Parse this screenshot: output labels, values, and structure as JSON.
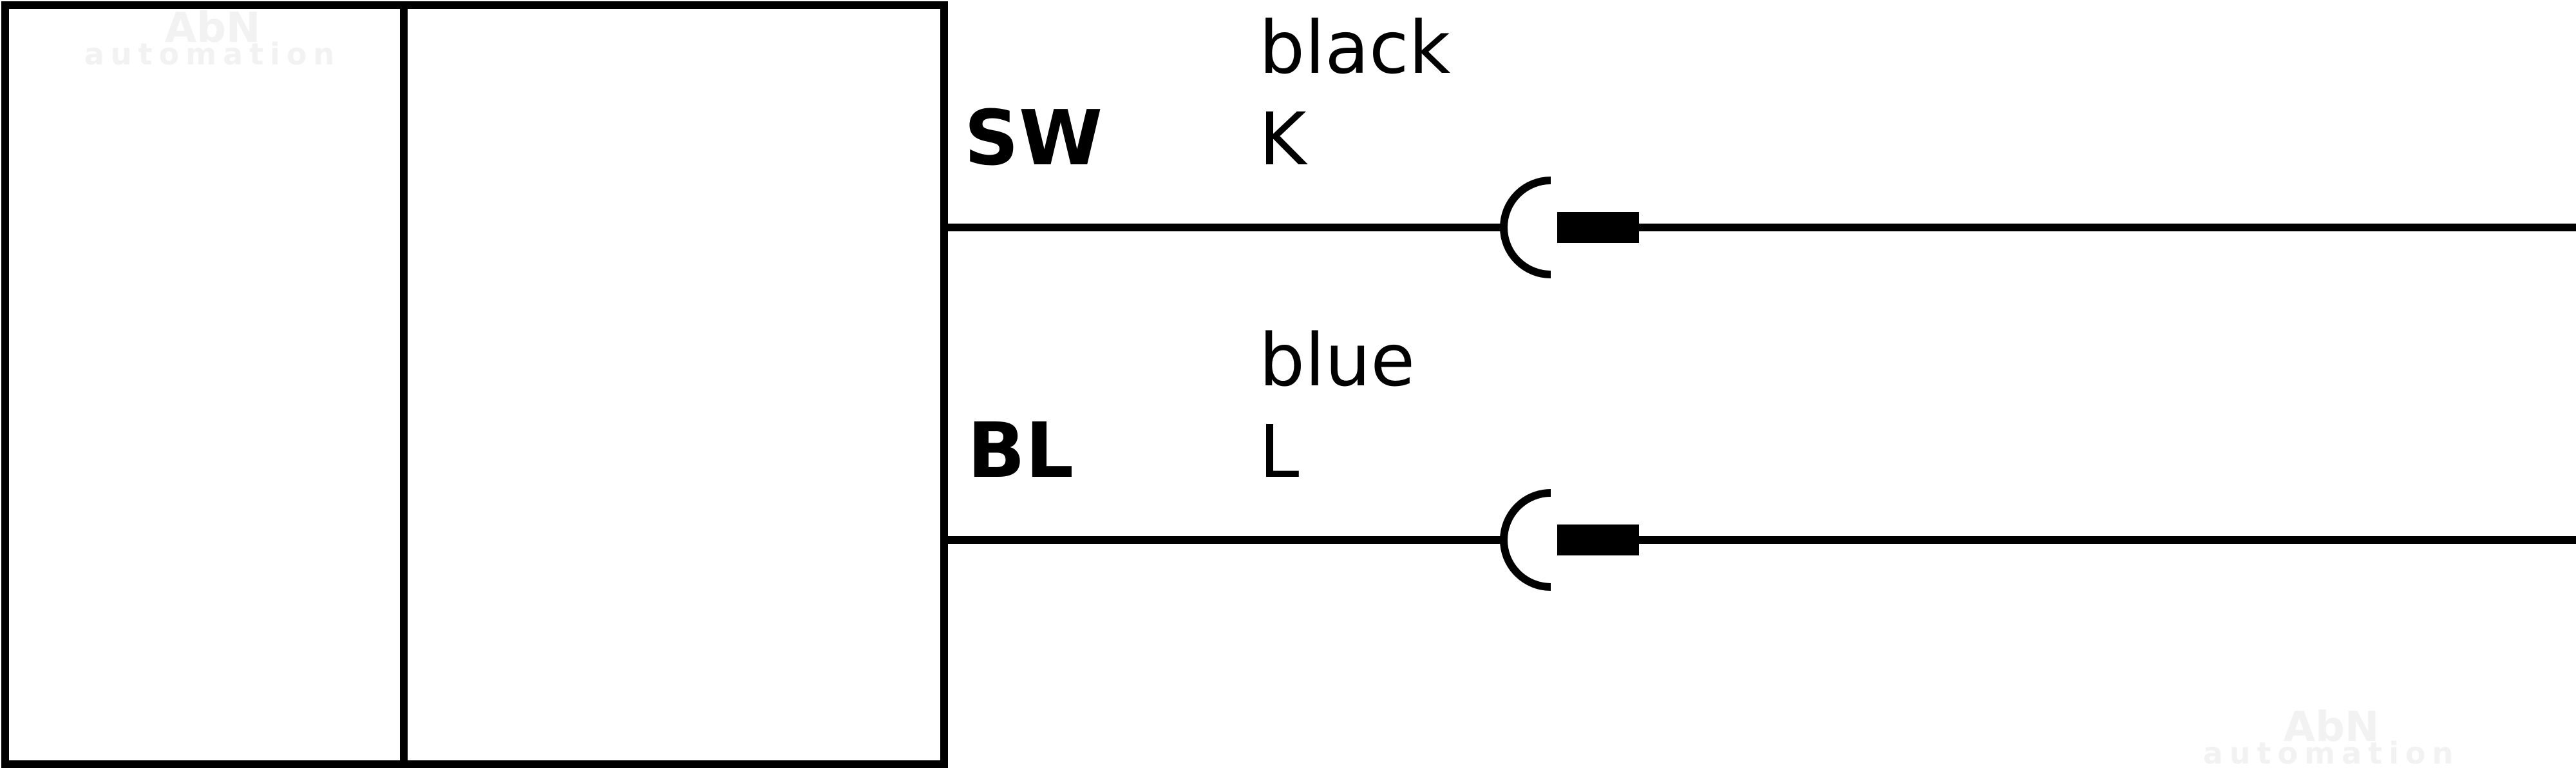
{
  "watermark": {
    "title": "AbN",
    "subtitle": "automation",
    "color": "#f2f2f2"
  },
  "colors": {
    "stroke": "#000000",
    "background": "#ffffff"
  },
  "device": {
    "description": ""
  },
  "wires": [
    {
      "id": "sw",
      "terminal": "SW",
      "color_name": "black",
      "color_code": "K",
      "connector_icon": "plug-socket-icon"
    },
    {
      "id": "bl",
      "terminal": "BL",
      "color_name": "blue",
      "color_code": "L",
      "connector_icon": "plug-socket-icon"
    }
  ]
}
